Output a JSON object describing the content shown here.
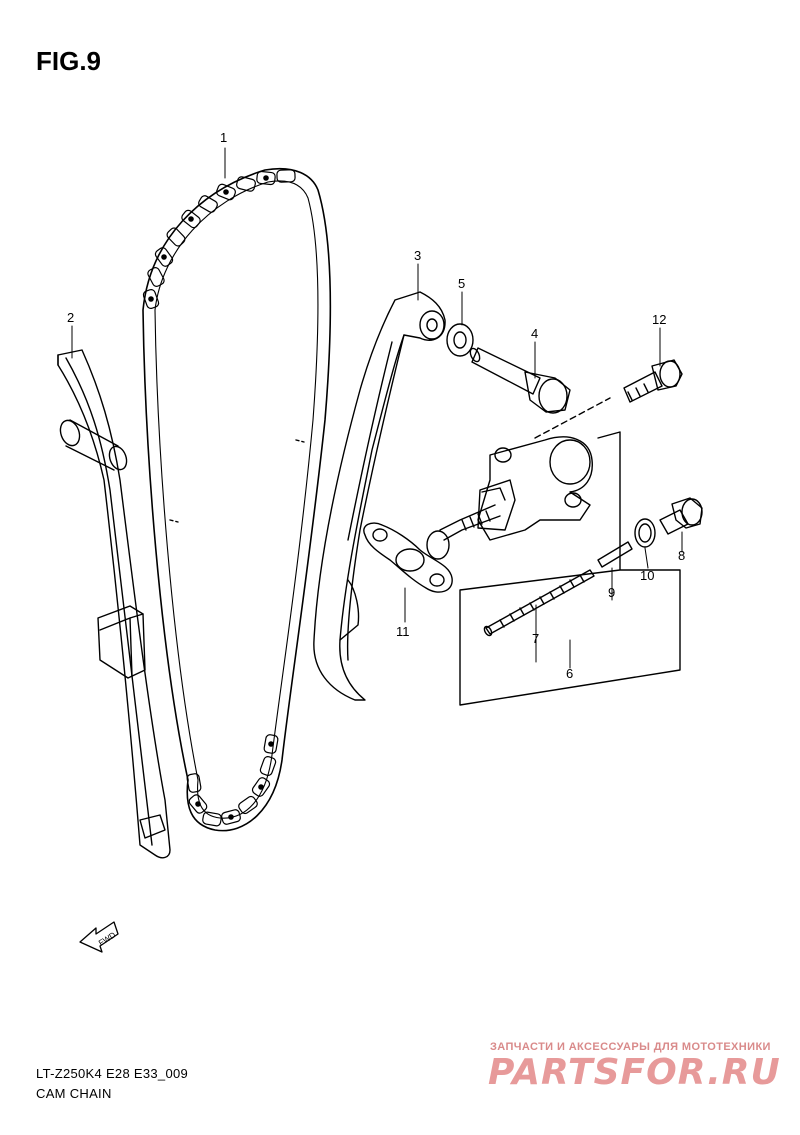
{
  "figure": {
    "title": "FIG.9"
  },
  "callouts": [
    "1",
    "2",
    "3",
    "4",
    "5",
    "6",
    "7",
    "8",
    "9",
    "10",
    "11",
    "12"
  ],
  "fwd_arrow": {
    "label": "FWD"
  },
  "footer": {
    "model_code": "LT-Z250K4 E28 E33_009",
    "assembly_name": "CAM CHAIN"
  },
  "watermark": {
    "tagline": "ЗАПЧАСТИ И АКСЕССУАРЫ ДЛЯ МОТОТЕХНИКИ",
    "brand": "PARTSFOR.RU"
  },
  "colors": {
    "ink": "#000000",
    "watermark": "#e79a9a"
  }
}
